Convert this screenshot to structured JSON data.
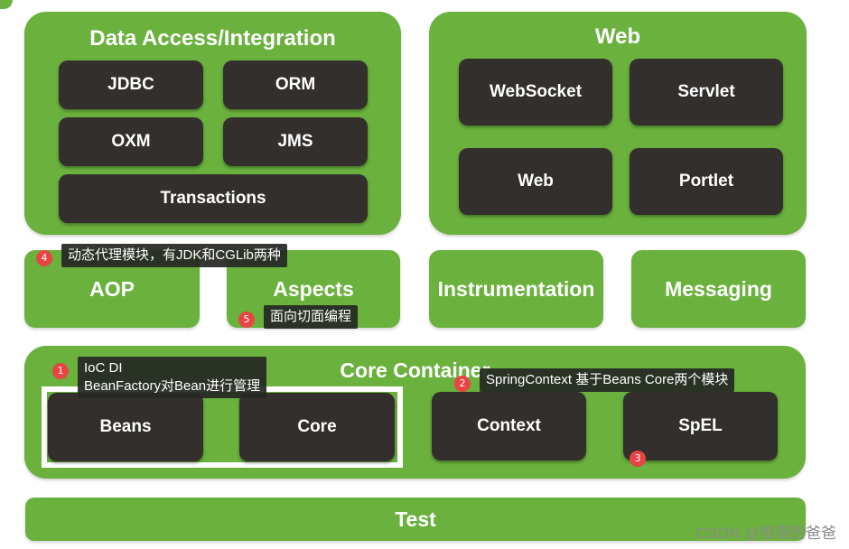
{
  "groups": {
    "data_access": {
      "title": "Data Access/Integration",
      "modules": [
        "JDBC",
        "ORM",
        "OXM",
        "JMS",
        "Transactions"
      ]
    },
    "web": {
      "title": "Web",
      "modules": [
        "WebSocket",
        "Servlet",
        "Web",
        "Portlet"
      ]
    },
    "middle": [
      "AOP",
      "Aspects",
      "Instrumentation",
      "Messaging"
    ],
    "core_container": {
      "title": "Core Container",
      "modules": [
        "Beans",
        "Core",
        "Context",
        "SpEL"
      ]
    },
    "test": "Test"
  },
  "annotations": [
    {
      "badge": "1",
      "lines": [
        "IoC DI",
        "BeanFactory对Bean进行管理"
      ]
    },
    {
      "badge": "2",
      "lines": [
        "SpringContext 基于Beans Core两个模块"
      ]
    },
    {
      "badge": "3",
      "lines": []
    },
    {
      "badge": "4",
      "lines": [
        "动态代理模块，有JDK和CGLib两种"
      ]
    },
    {
      "badge": "5",
      "lines": [
        "面向切面编程"
      ]
    }
  ],
  "watermark": "CSDN @恒哥的爸爸",
  "colors": {
    "group_green": "#6ab13d",
    "module_dark": "#332f2d",
    "badge_red": "#e94444",
    "note_bg": "#262824"
  }
}
